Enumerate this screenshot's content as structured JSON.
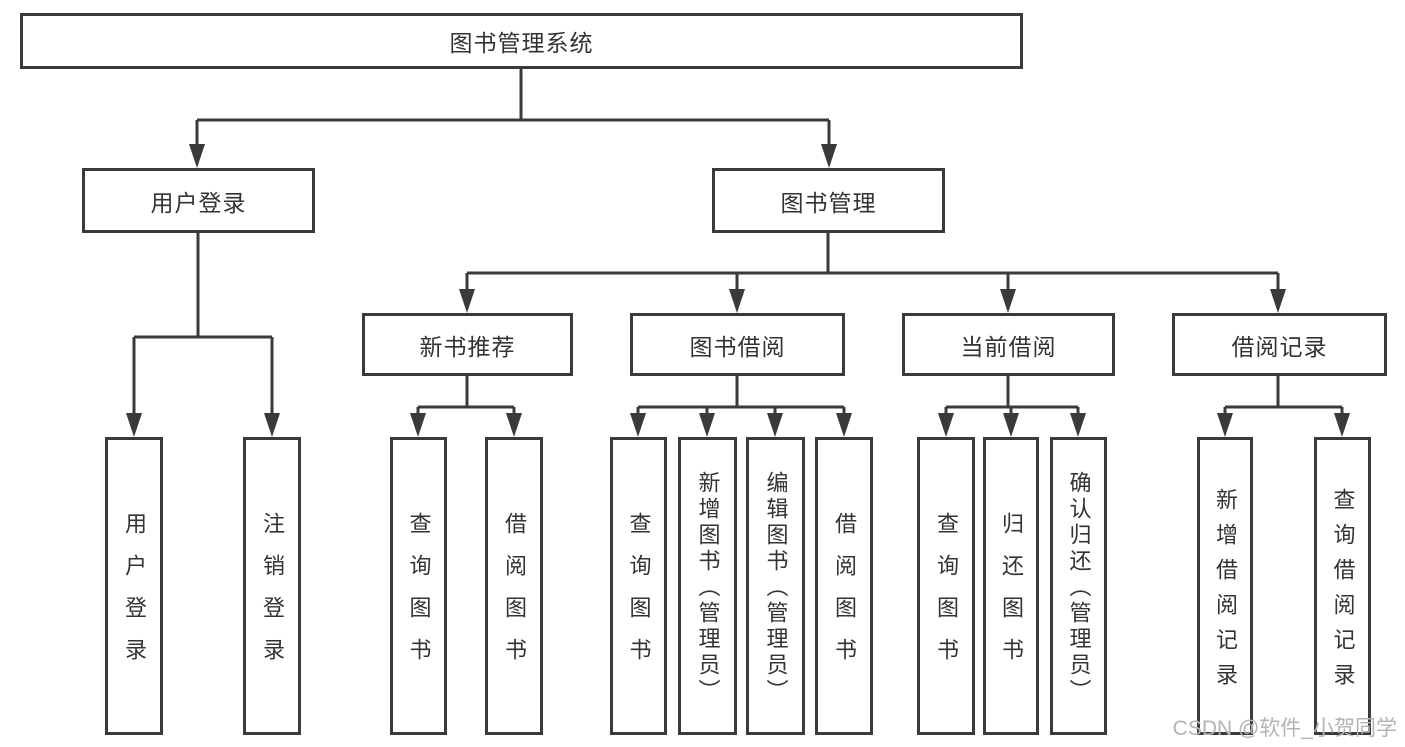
{
  "tree": {
    "root": "图书管理系统",
    "user_login": {
      "label": "用户登录",
      "children": [
        "用户登录",
        "注销登录"
      ]
    },
    "book_mgmt": {
      "label": "图书管理",
      "sections": [
        {
          "label": "新书推荐",
          "children": [
            "查询图书",
            "借阅图书"
          ]
        },
        {
          "label": "图书借阅",
          "children": [
            "查询图书",
            "新增图书（管理员）",
            "编辑图书（管理员）",
            "借阅图书"
          ]
        },
        {
          "label": "当前借阅",
          "children": [
            "查询图书",
            "归还图书",
            "确认归还（管理员）"
          ]
        },
        {
          "label": "借阅记录",
          "children": [
            "新增借阅记录",
            "查询借阅记录"
          ]
        }
      ]
    }
  },
  "watermark": "CSDN @软件_小贺同学",
  "colors": {
    "line": "#3a3a3a",
    "text": "#333333",
    "watermark": "#b4b4b4",
    "background": "#ffffff"
  }
}
